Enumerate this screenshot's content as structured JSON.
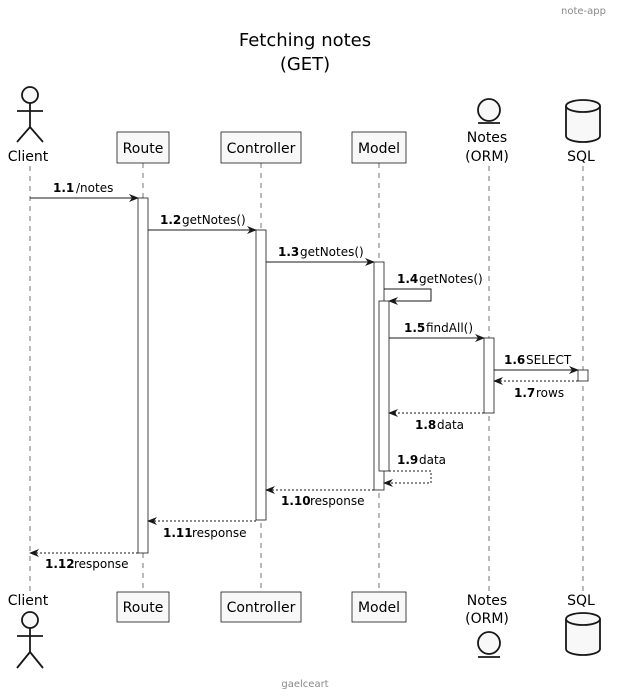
{
  "header": "note-app",
  "footer": "gaelceart",
  "title": {
    "line1": "Fetching notes",
    "line2": "(GET)"
  },
  "participants": {
    "client": "Client",
    "route": "Route",
    "controller": "Controller",
    "model": "Model",
    "notes_line1": "Notes",
    "notes_line2": "(ORM)",
    "sql": "SQL"
  },
  "messages": [
    {
      "num": "1.1",
      "text": "/notes"
    },
    {
      "num": "1.2",
      "text": "getNotes()"
    },
    {
      "num": "1.3",
      "text": "getNotes()"
    },
    {
      "num": "1.4",
      "text": "getNotes()"
    },
    {
      "num": "1.5",
      "text": "findAll()"
    },
    {
      "num": "1.6",
      "text": "SELECT"
    },
    {
      "num": "1.7",
      "text": "rows"
    },
    {
      "num": "1.8",
      "text": "data"
    },
    {
      "num": "1.9",
      "text": "data"
    },
    {
      "num": "1.10",
      "text": "response"
    },
    {
      "num": "1.11",
      "text": "response"
    },
    {
      "num": "1.12",
      "text": "response"
    }
  ]
}
